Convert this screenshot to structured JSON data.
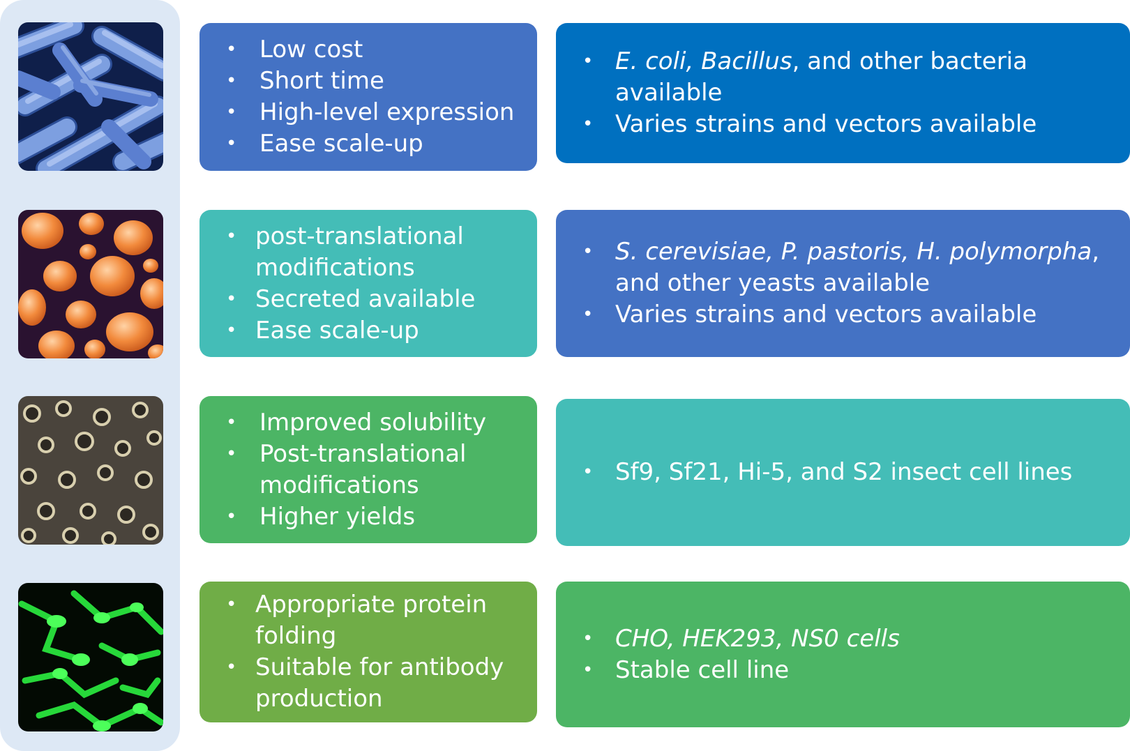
{
  "colors": {
    "panel": "#dde8f5",
    "blue": "#4472c4",
    "darkblue": "#0070c0",
    "teal": "#44bdb7",
    "green": "#4cb565",
    "olive": "#70ad47"
  },
  "rows": [
    {
      "image": "bacteria-micrograph",
      "advantages": [
        "Low cost",
        "Short time",
        "High-level expression",
        "Ease scale-up"
      ],
      "hosts": [
        {
          "parts": [
            {
              "t": "E. coli, Bacillus",
              "i": true
            },
            {
              "t": ", and other bacteria available",
              "i": false
            }
          ]
        },
        {
          "parts": [
            {
              "t": "Varies strains and vectors available",
              "i": false
            }
          ]
        }
      ]
    },
    {
      "image": "yeast-micrograph",
      "advantages": [
        "post-translational modifications",
        "Secreted available",
        "Ease scale-up"
      ],
      "hosts": [
        {
          "parts": [
            {
              "t": "S. cerevisiae,  P. pastoris, H. polymorpha",
              "i": true
            },
            {
              "t": ", and other yeasts available",
              "i": false
            }
          ]
        },
        {
          "parts": [
            {
              "t": "Varies strains and vectors available",
              "i": false
            }
          ]
        }
      ]
    },
    {
      "image": "insect-cells-micrograph",
      "advantages": [
        "Improved solubility",
        "Post-translational modifications",
        "Higher yields"
      ],
      "hosts": [
        {
          "parts": [
            {
              "t": "Sf9, Sf21, Hi-5, and S2 insect cell lines",
              "i": false
            }
          ]
        }
      ]
    },
    {
      "image": "mammalian-cells-fluorescence",
      "advantages": [
        "Appropriate protein folding",
        "Suitable for antibody production"
      ],
      "hosts": [
        {
          "parts": [
            {
              "t": "CHO, HEK293, NS0 cells",
              "i": true
            }
          ]
        },
        {
          "parts": [
            {
              "t": "Stable cell line",
              "i": false
            }
          ]
        }
      ]
    }
  ]
}
